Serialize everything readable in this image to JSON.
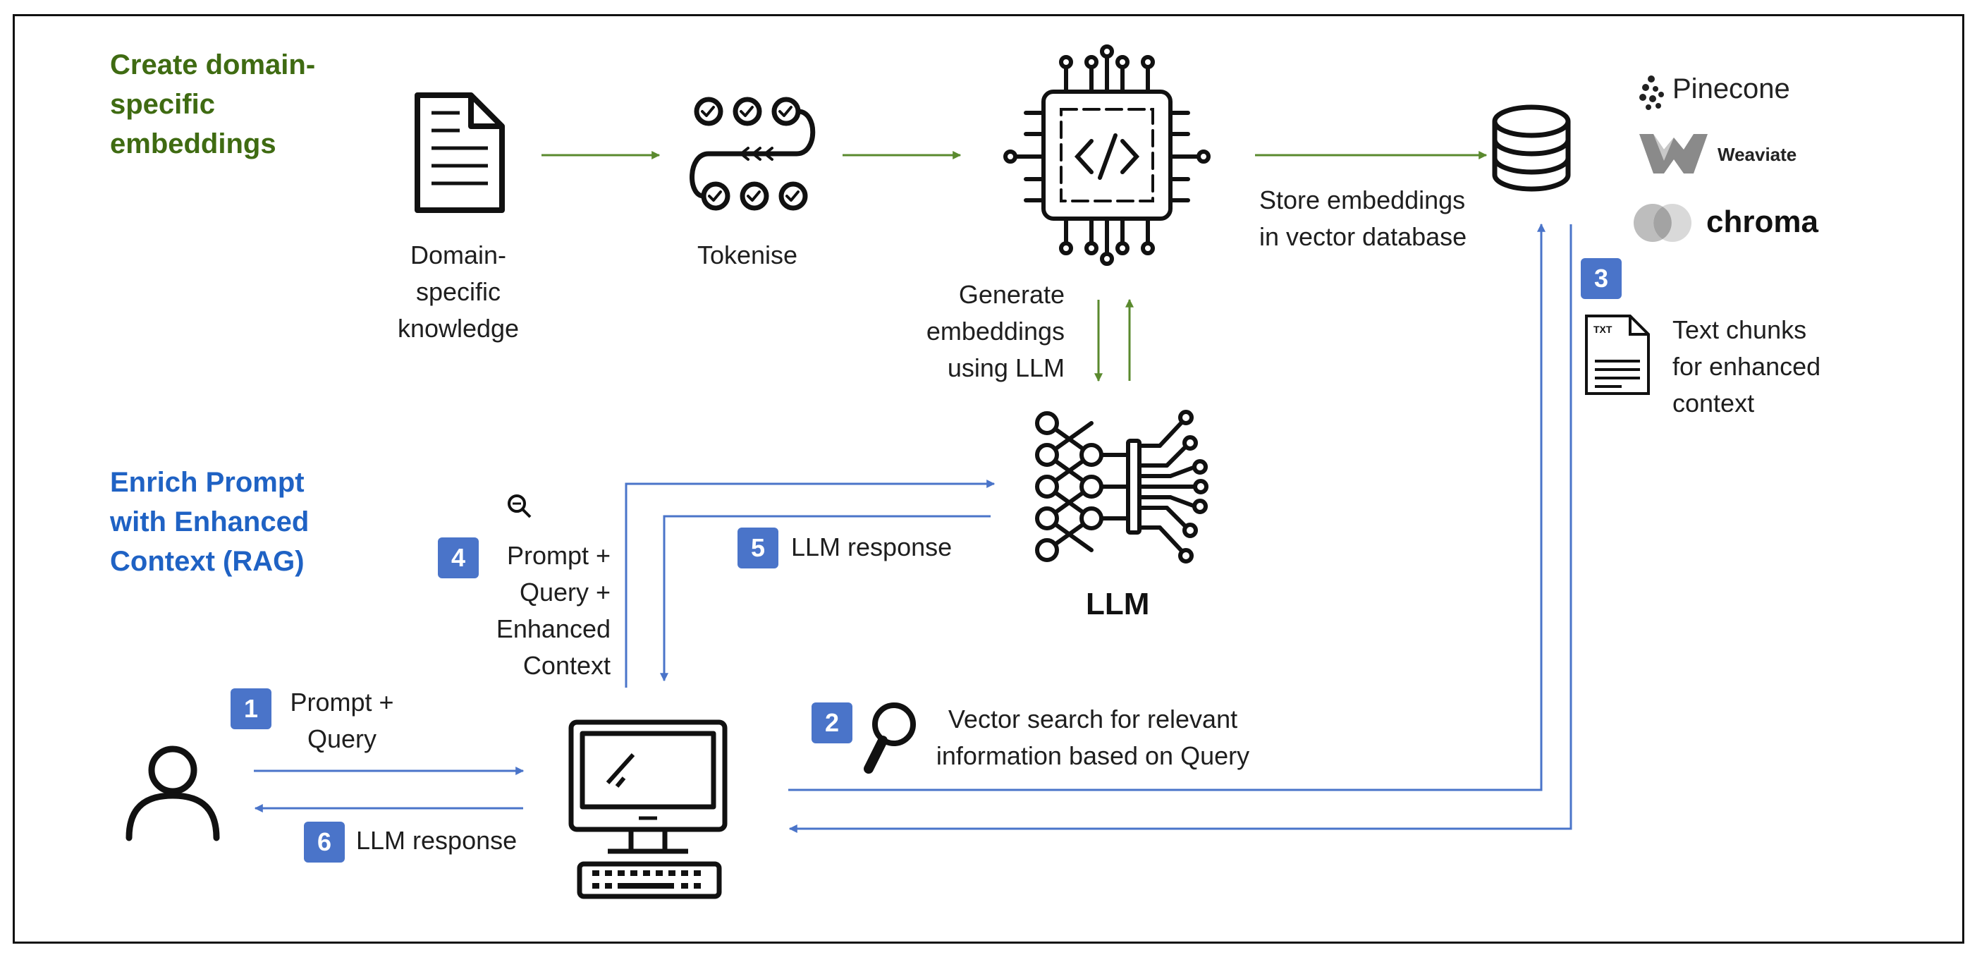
{
  "sections": {
    "create_title": "Create domain-\nspecific\nembeddings",
    "enrich_title": "Enrich Prompt\nwith Enhanced\nContext (RAG)"
  },
  "labels": {
    "domain_knowledge": "Domain-\nspecific\nknowledge",
    "tokenise": "Tokenise",
    "generate_embeddings": "Generate\nembeddings\nusing LLM",
    "store_embeddings": "Store embeddings\nin vector database",
    "text_chunks": "Text chunks\nfor enhanced\ncontext",
    "llm": "LLM",
    "step1": "Prompt +\nQuery",
    "step2": "Vector search for relevant\ninformation based on Query",
    "step4": "Prompt +\nQuery +\nEnhanced\nContext",
    "step5": "LLM response",
    "step6": "LLM response"
  },
  "badges": {
    "b1": "1",
    "b2": "2",
    "b3": "3",
    "b4": "4",
    "b5": "5",
    "b6": "6"
  },
  "vendors": {
    "pinecone": "Pinecone",
    "weaviate": "Weaviate",
    "chroma": "chroma"
  },
  "doc_tag": "TXT",
  "icons": [
    "document-icon",
    "tokenise-icon",
    "chip-icon",
    "database-icon",
    "text-file-icon",
    "llm-network-icon",
    "zoom-out-icon",
    "search-icon",
    "user-icon",
    "computer-icon",
    "pinecone-logo-icon",
    "weaviate-logo-icon",
    "chroma-logo-icon"
  ],
  "colors": {
    "green_flow": "#5a8a2e",
    "blue_flow": "#4a74c9",
    "heading_green": "#3f6b12",
    "heading_blue": "#1f62c4"
  }
}
